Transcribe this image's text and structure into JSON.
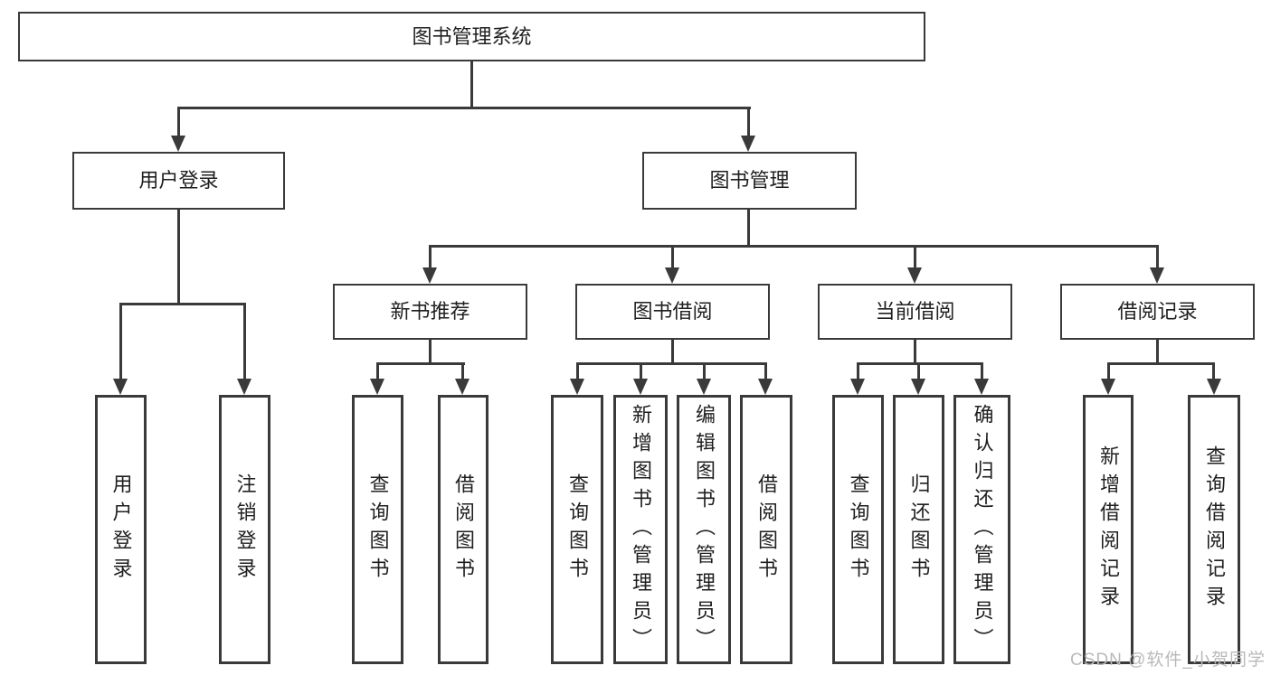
{
  "diagram": {
    "root": {
      "label": "图书管理系统"
    },
    "level2": [
      {
        "id": "user-login",
        "label": "用户登录"
      },
      {
        "id": "book-management",
        "label": "图书管理"
      }
    ],
    "level3": [
      {
        "id": "new-book-recommend",
        "label": "新书推荐"
      },
      {
        "id": "book-borrow",
        "label": "图书借阅"
      },
      {
        "id": "current-borrow",
        "label": "当前借阅"
      },
      {
        "id": "borrow-records",
        "label": "借阅记录"
      }
    ],
    "leaves": [
      {
        "group": "user-login",
        "label": "用户登录"
      },
      {
        "group": "user-login",
        "label": "注销登录"
      },
      {
        "group": "new-book-recommend",
        "label": "查询图书"
      },
      {
        "group": "new-book-recommend",
        "label": "借阅图书"
      },
      {
        "group": "book-borrow",
        "label": "查询图书"
      },
      {
        "group": "book-borrow",
        "label": "新增图书（管理员）"
      },
      {
        "group": "book-borrow",
        "label": "编辑图书（管理员）"
      },
      {
        "group": "book-borrow",
        "label": "借阅图书"
      },
      {
        "group": "current-borrow",
        "label": "查询图书"
      },
      {
        "group": "current-borrow",
        "label": "归还图书"
      },
      {
        "group": "current-borrow",
        "label": "确认归还（管理员）"
      },
      {
        "group": "borrow-records",
        "label": "新增借阅记录"
      },
      {
        "group": "borrow-records",
        "label": "查询借阅记录"
      }
    ],
    "watermark": "CSDN @软件_小贺同学",
    "colors": {
      "line": "#3a3a3a",
      "text": "#1f1f1f",
      "watermark": "#b9b9b9",
      "background": "#ffffff"
    }
  }
}
